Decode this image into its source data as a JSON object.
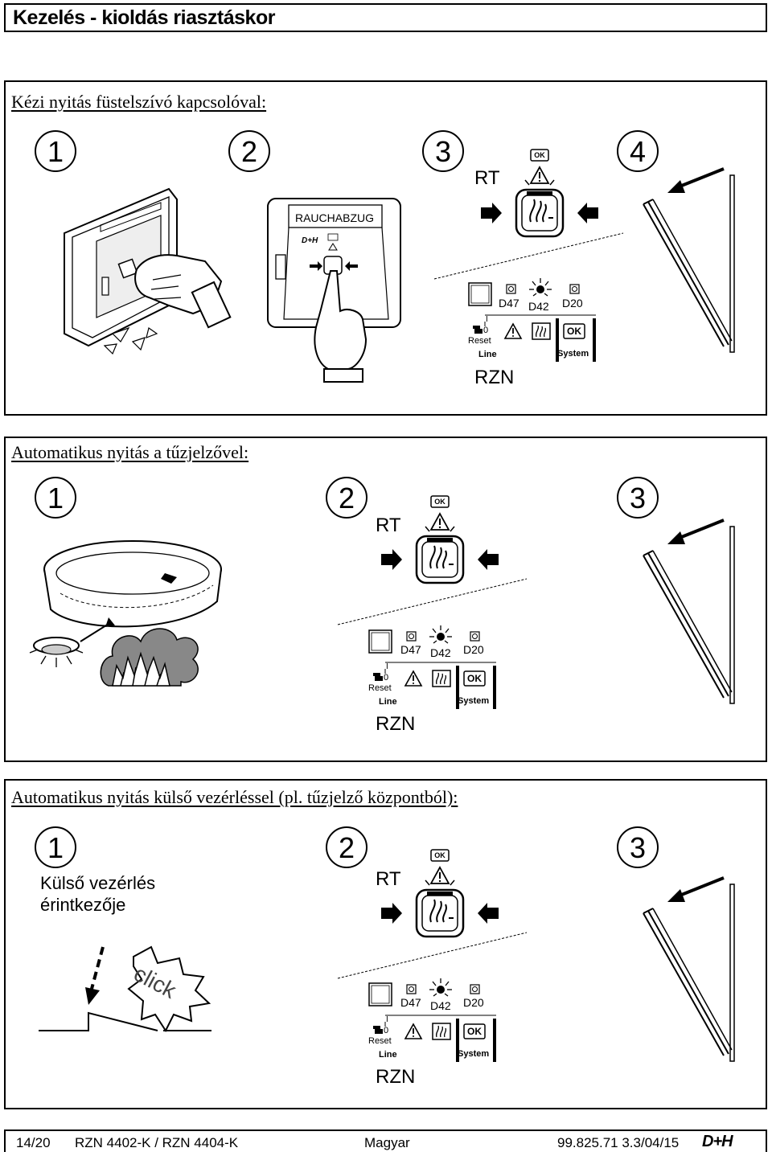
{
  "page_title": "Kezelés - kioldás riasztáskor",
  "section1": {
    "heading": "Kézi nyitás füstelszívó kapcsolóval:",
    "steps": [
      "1",
      "2",
      "3",
      "4"
    ],
    "device_label": "RAUCHABZUG"
  },
  "section2": {
    "heading": "Automatikus nyitás a tűzjelzővel:",
    "steps": [
      "1",
      "2",
      "3"
    ]
  },
  "section3": {
    "heading": "Automatikus nyitás külső vezérléssel (pl. tűzjelző központból):",
    "steps": [
      "1",
      "2",
      "3"
    ],
    "contact_label_line1": "Külső vezérlés",
    "contact_label_line2": "érintkezője",
    "click_text": "click"
  },
  "rt": {
    "label": "RT",
    "ok": "OK"
  },
  "rzn": {
    "label": "RZN",
    "led_d47": "D47",
    "led_d42": "D42",
    "led_d20": "D20",
    "switch_i": "I",
    "switch_0": "0",
    "reset": "Reset",
    "line": "Line",
    "ok": "OK",
    "system": "System"
  },
  "footer": {
    "page": "14/20",
    "product": "RZN 4402-K / RZN 4404-K",
    "language": "Magyar",
    "doc_code": "99.825.71 3.3/04/15",
    "logo": "D+H"
  }
}
